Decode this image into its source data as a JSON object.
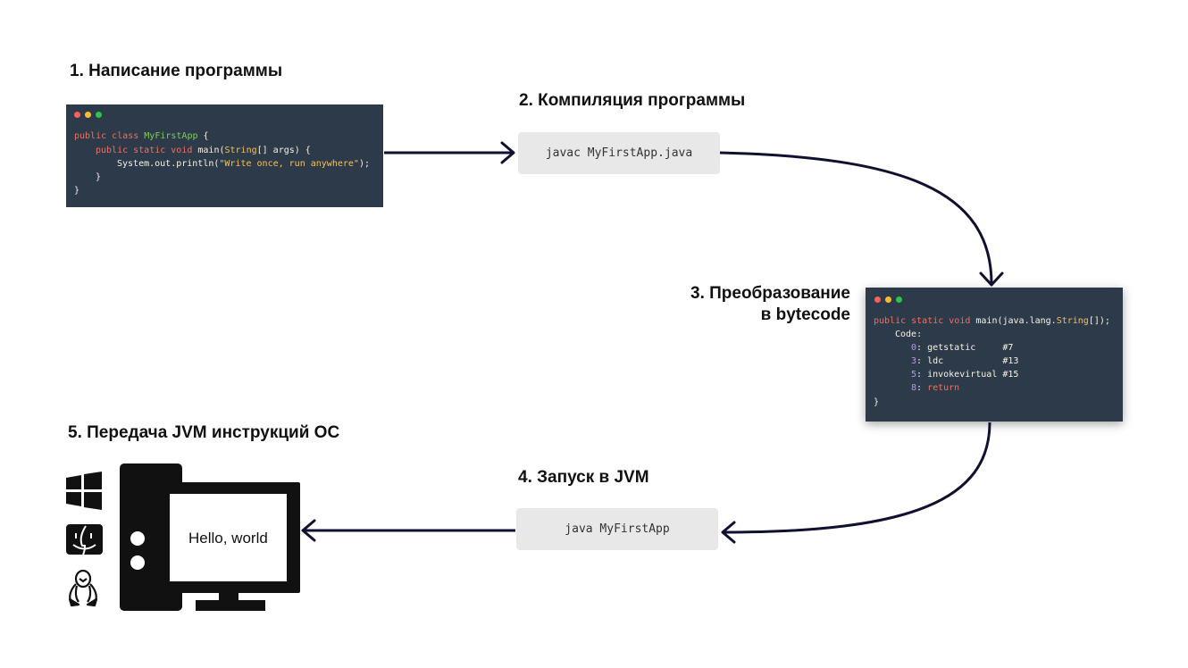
{
  "steps": {
    "step1": "1. Написание программы",
    "step2": "2. Компиляция программы",
    "step3_line1": "3. Преобразование",
    "step3_line2": "в bytecode",
    "step4": "4. Запуск в JVM",
    "step5": "5. Передача JVM инструкций ОС"
  },
  "source_code": {
    "l1_kw": "public class ",
    "l1_cls": "MyFirstApp",
    "l1_rest": " {",
    "l2_kw": "public static void ",
    "l2_fn": "main(",
    "l2_type": "String",
    "l2_rest": "[] args) {",
    "l3_call": "System.out.println(",
    "l3_str": "\"Write once, run anywhere\"",
    "l3_rest": ");",
    "l4": "}",
    "l5": "}"
  },
  "bytecode": {
    "b1_kw": "public static void ",
    "b1_fn": "main(java.lang.",
    "b1_type": "String",
    "b1_rest": "[]);",
    "b2": "Code:",
    "r1_num": "0",
    "r1_op": ": getstatic     #7",
    "r2_num": "3",
    "r2_op": ": ldc           #13",
    "r3_num": "5",
    "r3_op": ": invokevirtual #15",
    "r4_num": "8",
    "r4_sep": ": ",
    "r4_kw": "return",
    "b3": "}"
  },
  "commands": {
    "compile": "javac MyFirstApp.java",
    "run": "java MyFirstApp"
  },
  "screen_text": "Hello, world",
  "icons": [
    "windows-logo-icon",
    "mac-finder-icon",
    "linux-tux-icon"
  ],
  "colors": {
    "arrow": "#101030",
    "code_bg": "#2d3a4a",
    "dot_red": "#ff5f57",
    "dot_yellow": "#febc2e",
    "dot_green": "#28c840"
  }
}
